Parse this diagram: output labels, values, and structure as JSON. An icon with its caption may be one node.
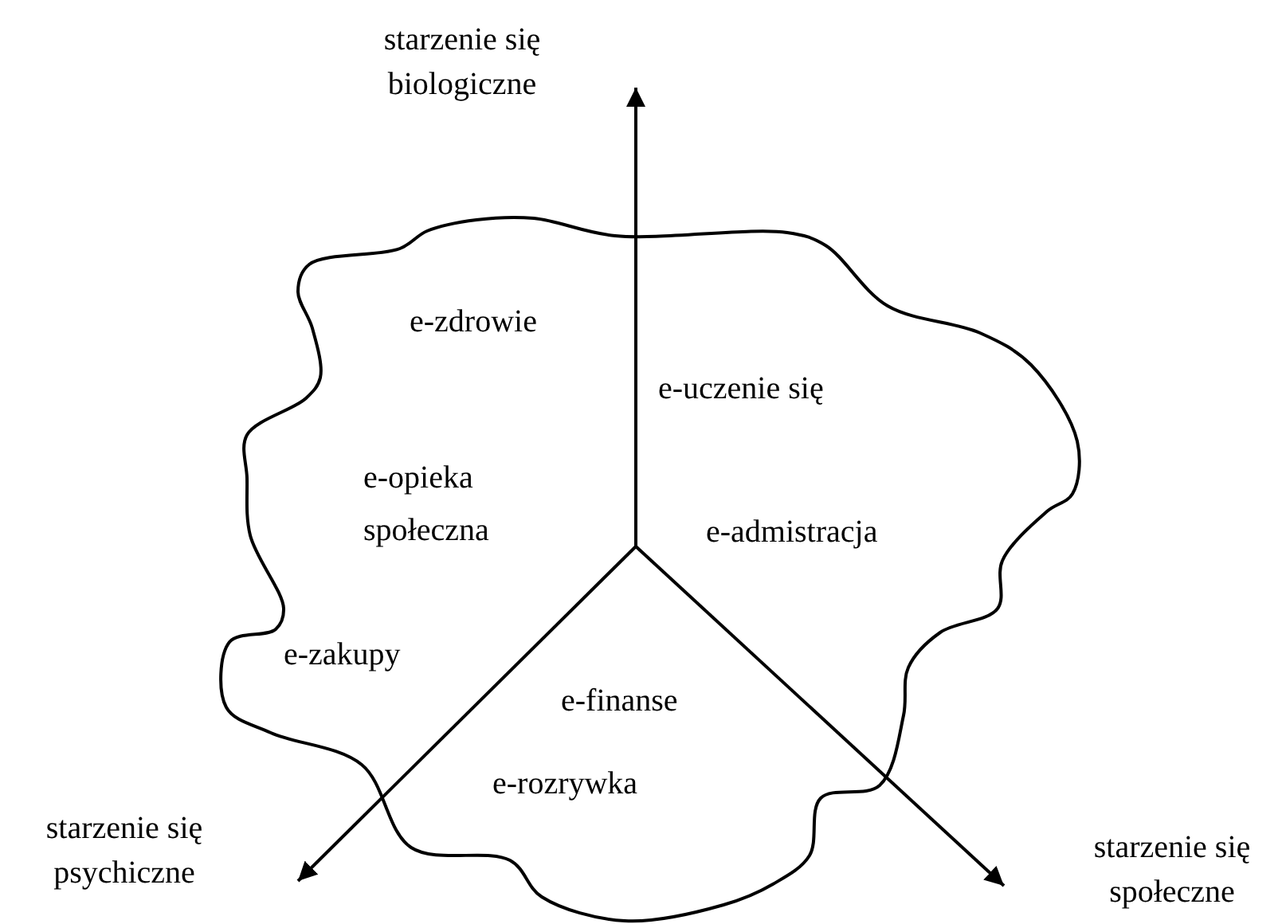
{
  "diagram": {
    "nodes": [
      {
        "text": [
          "starzenie się biologiczne"
        ]
      },
      {
        "text": [
          "starzenie się psychiczne"
        ]
      },
      {
        "text": [
          "starzenie się społeczne"
        ]
      }
    ],
    "edges": [
      {
        "from": null,
        "to": 0,
        "arrow": "to"
      },
      {
        "from": null,
        "to": 1,
        "arrow": "to"
      },
      {
        "from": null,
        "to": 2,
        "arrow": "to"
      }
    ],
    "labels": [
      "e-zdrowie",
      "e-uczenie się",
      "e-opieka społeczna",
      "e-admistracja",
      "e-zakupy",
      "e-finanse",
      "e-rozrywka"
    ]
  }
}
